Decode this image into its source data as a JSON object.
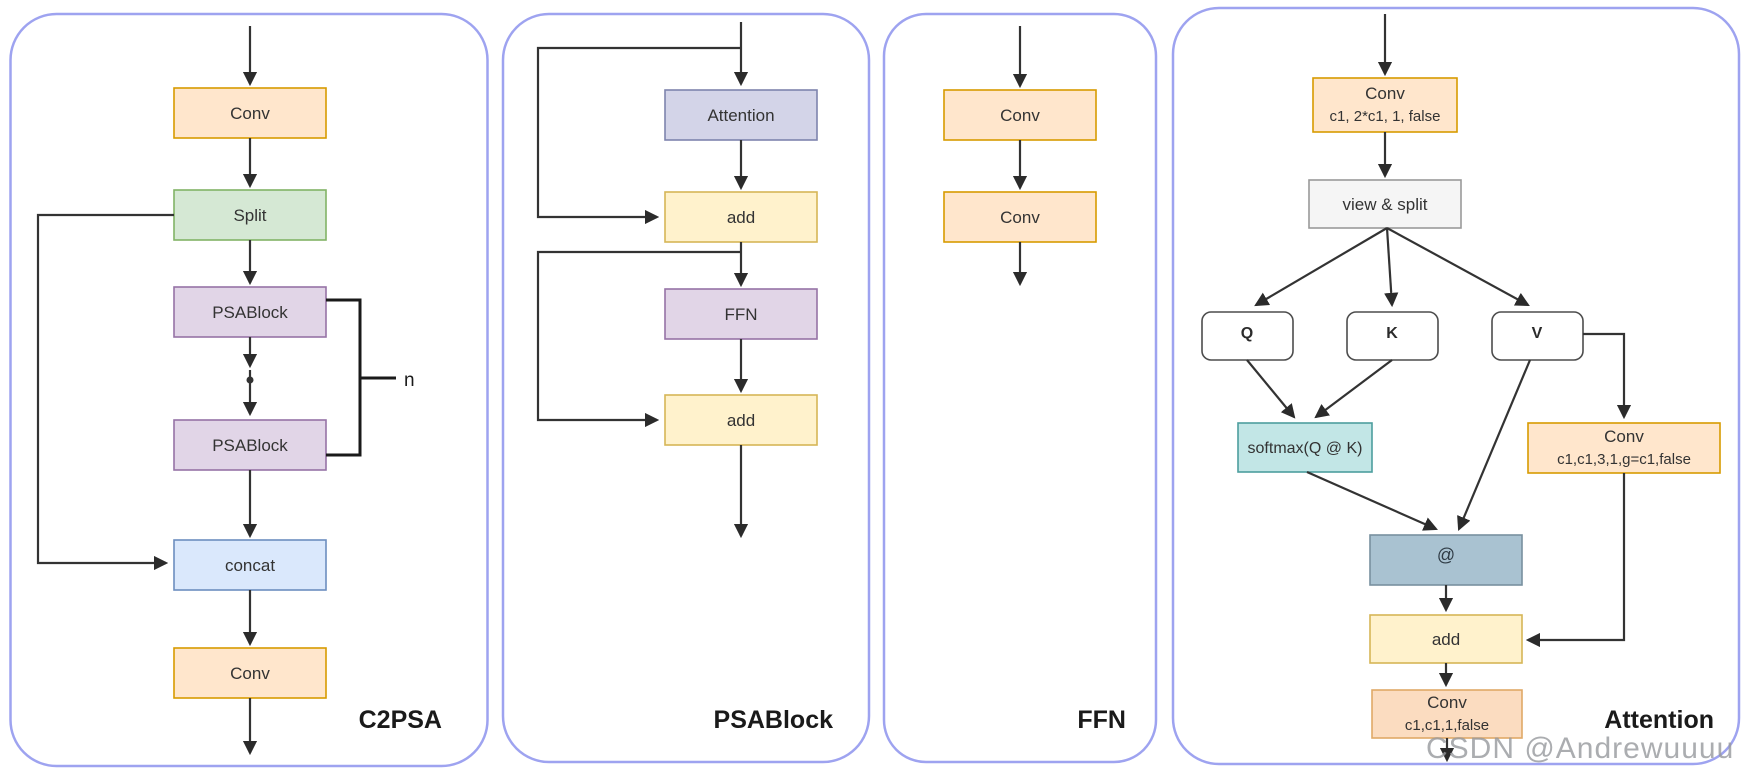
{
  "watermark": "CSDN @Andrewuuuu",
  "panels": {
    "c2psa": {
      "title": "C2PSA",
      "repeat_label": "n",
      "nodes": {
        "conv_top": "Conv",
        "split": "Split",
        "psablock1": "PSABlock",
        "psablock2": "PSABlock",
        "concat": "concat",
        "conv_bottom": "Conv"
      }
    },
    "psablock": {
      "title": "PSABlock",
      "nodes": {
        "attention": "Attention",
        "add1": "add",
        "ffn": "FFN",
        "add2": "add"
      }
    },
    "ffn": {
      "title": "FFN",
      "nodes": {
        "conv1": "Conv",
        "conv2": "Conv"
      }
    },
    "attention": {
      "title": "Attention",
      "nodes": {
        "conv_in": "Conv",
        "conv_in_params": "c1, 2*c1, 1, false",
        "view_split": "view & split",
        "q": "Q",
        "k": "K",
        "v": "V",
        "softmax": "softmax(Q @ K)",
        "conv_v": "Conv",
        "conv_v_params": "c1,c1,3,1,g=c1,false",
        "matmul": "@",
        "add": "add",
        "conv_out": "Conv",
        "conv_out_params": "c1,c1,1,false"
      }
    }
  },
  "palette": {
    "panel_border": "#9ea3f0",
    "line": "#333333",
    "orange": {
      "fill": "#ffe6cc",
      "stroke": "#d79b00"
    },
    "peach": {
      "fill": "#fbdcc0",
      "stroke": "#e0a967"
    },
    "yellow": {
      "fill": "#fff2cc",
      "stroke": "#d6b656"
    },
    "green": {
      "fill": "#d5e8d4",
      "stroke": "#82b366"
    },
    "purple": {
      "fill": "#e1d5e7",
      "stroke": "#9673a6"
    },
    "blue": {
      "fill": "#dae8fc",
      "stroke": "#6c8ebf"
    },
    "lavender": {
      "fill": "#d3d4e8",
      "stroke": "#7e84ad"
    },
    "gray": {
      "fill": "#f5f5f5",
      "stroke": "#999999"
    },
    "teal": {
      "fill": "#c2e6e6",
      "stroke": "#4d9e9e"
    },
    "steel": {
      "fill": "#a9c2d1",
      "stroke": "#78909f"
    },
    "white": {
      "fill": "#ffffff",
      "stroke": "#4d4d4d"
    }
  }
}
